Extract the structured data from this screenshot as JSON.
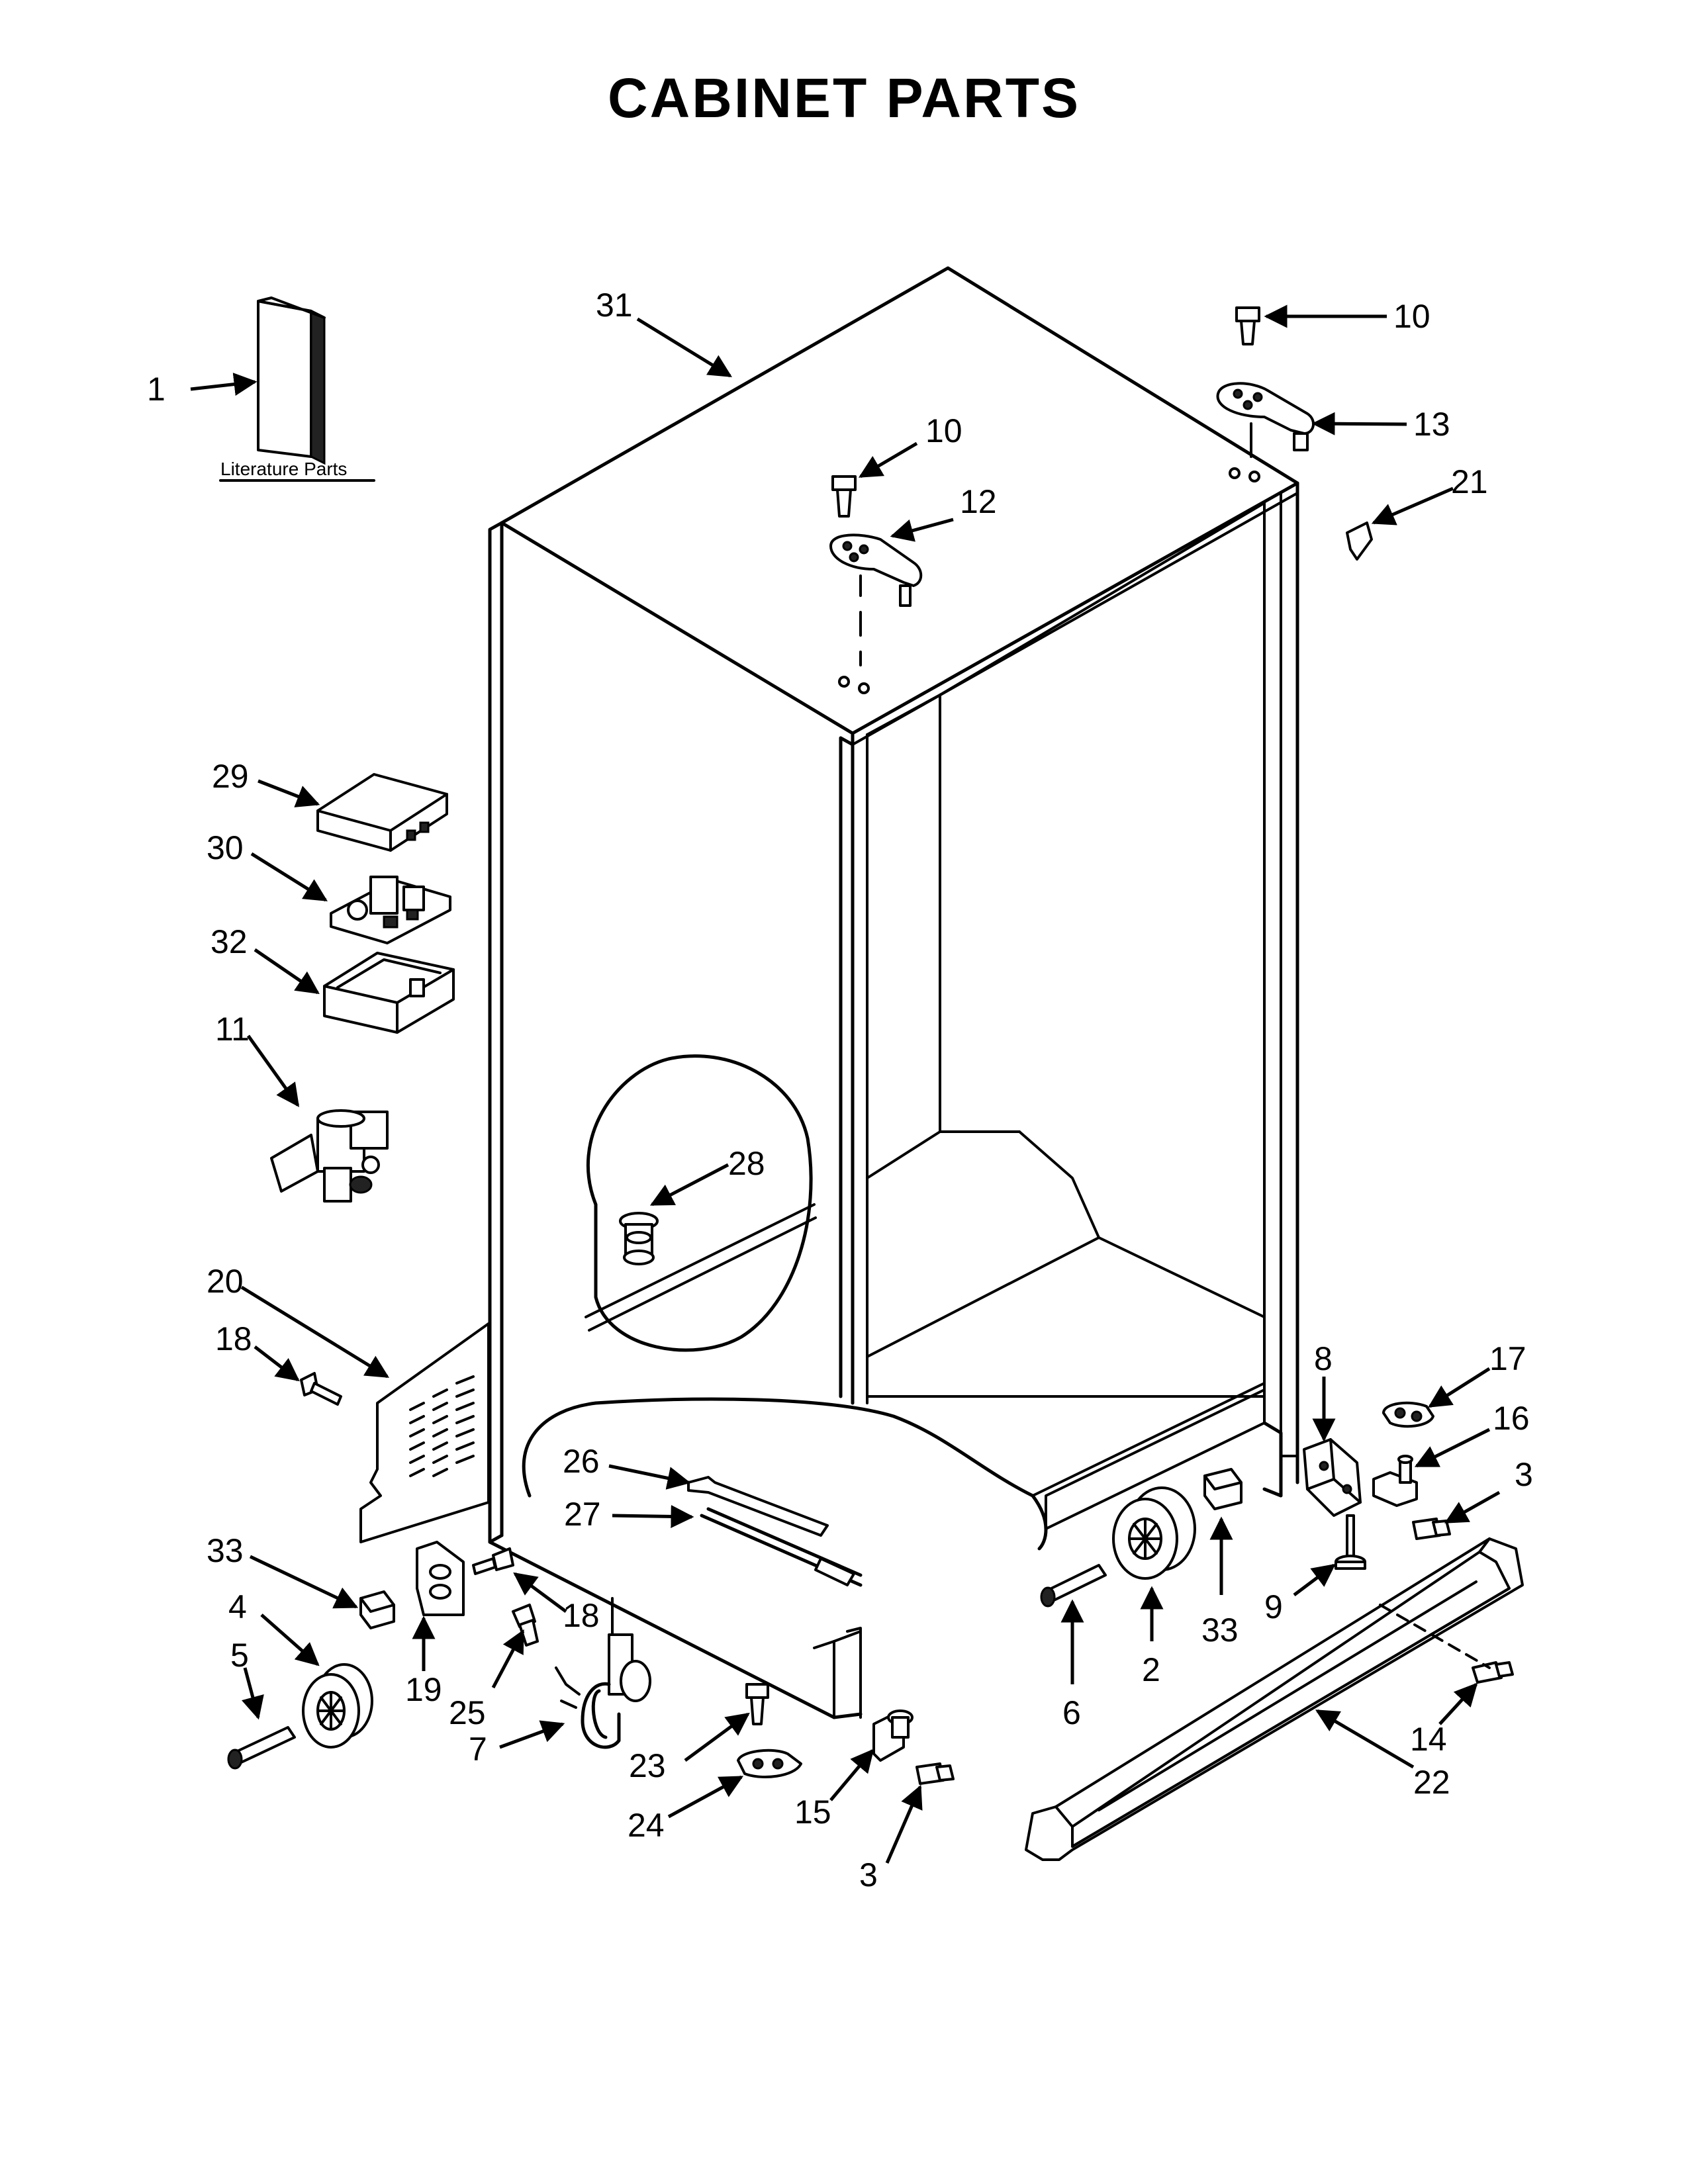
{
  "title": "CABINET PARTS",
  "literature_label": "Literature Parts",
  "callouts": [
    {
      "id": "c1",
      "text": "1"
    },
    {
      "id": "c31",
      "text": "31"
    },
    {
      "id": "c10a",
      "text": "10"
    },
    {
      "id": "c13",
      "text": "13"
    },
    {
      "id": "c10b",
      "text": "10"
    },
    {
      "id": "c12",
      "text": "12"
    },
    {
      "id": "c21",
      "text": "21"
    },
    {
      "id": "c29",
      "text": "29"
    },
    {
      "id": "c30",
      "text": "30"
    },
    {
      "id": "c32",
      "text": "32"
    },
    {
      "id": "c11",
      "text": "11"
    },
    {
      "id": "c28",
      "text": "28"
    },
    {
      "id": "c20",
      "text": "20"
    },
    {
      "id": "c18a",
      "text": "18"
    },
    {
      "id": "c8",
      "text": "8"
    },
    {
      "id": "c17",
      "text": "17"
    },
    {
      "id": "c16",
      "text": "16"
    },
    {
      "id": "c3a",
      "text": "3"
    },
    {
      "id": "c26",
      "text": "26"
    },
    {
      "id": "c27",
      "text": "27"
    },
    {
      "id": "c33a",
      "text": "33"
    },
    {
      "id": "c4",
      "text": "4"
    },
    {
      "id": "c18b",
      "text": "18"
    },
    {
      "id": "c5",
      "text": "5"
    },
    {
      "id": "c19",
      "text": "19"
    },
    {
      "id": "c25",
      "text": "25"
    },
    {
      "id": "c7",
      "text": "7"
    },
    {
      "id": "c23",
      "text": "23"
    },
    {
      "id": "c24",
      "text": "24"
    },
    {
      "id": "c15",
      "text": "15"
    },
    {
      "id": "c3b",
      "text": "3"
    },
    {
      "id": "c6",
      "text": "6"
    },
    {
      "id": "c2",
      "text": "2"
    },
    {
      "id": "c33b",
      "text": "33"
    },
    {
      "id": "c9",
      "text": "9"
    },
    {
      "id": "c14",
      "text": "14"
    },
    {
      "id": "c22",
      "text": "22"
    }
  ]
}
